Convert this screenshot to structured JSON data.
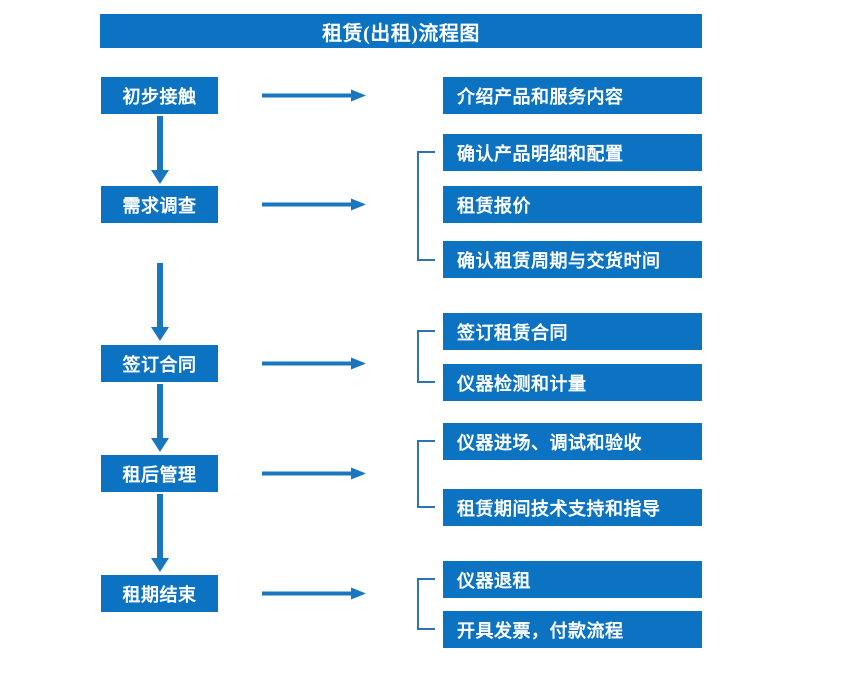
{
  "title": {
    "text": "租赁(出租)流程图"
  },
  "colors": {
    "box_fill": "#0c72c2",
    "box_text": "#ffffff",
    "arrow": "#1877bf",
    "bracket": "#2e74b5",
    "background": "#ffffff"
  },
  "stages": [
    {
      "label": "初步接触"
    },
    {
      "label": "需求调查"
    },
    {
      "label": "签订合同"
    },
    {
      "label": "租后管理"
    },
    {
      "label": "租期结束"
    }
  ],
  "details": [
    {
      "label": "介绍产品和服务内容"
    },
    {
      "label": "确认产品明细和配置"
    },
    {
      "label": "租赁报价"
    },
    {
      "label": "确认租赁周期与交货时间"
    },
    {
      "label": "签订租赁合同"
    },
    {
      "label": "仪器检测和计量"
    },
    {
      "label": "仪器进场、调试和验收"
    },
    {
      "label": "租赁期间技术支持和指导"
    },
    {
      "label": "仪器退租"
    },
    {
      "label": "开具发票，付款流程"
    }
  ],
  "connectors": {
    "horizontal_arrow_count": 5,
    "vertical_arrow_count": 4,
    "bracket_count": 4
  }
}
